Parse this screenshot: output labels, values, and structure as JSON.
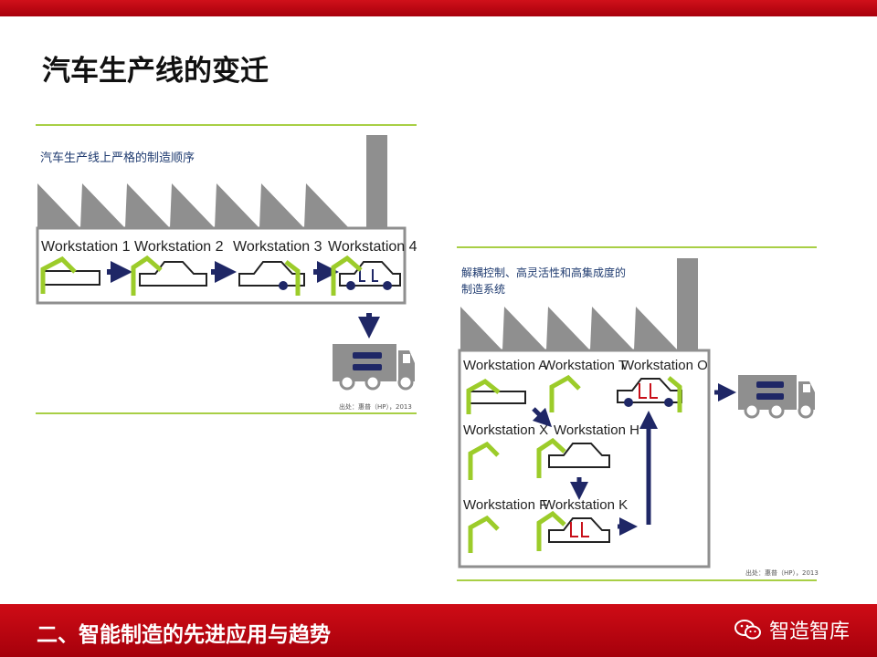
{
  "slide": {
    "title": "汽车生产线的变迁",
    "footer": "二、智能制造的先进应用与趋势",
    "brand": "智造智库"
  },
  "left_diagram": {
    "caption": "汽车生产线上严格的制造顺序",
    "workstations": [
      "Workstation 1",
      "Workstation 2",
      "Workstation 3",
      "Workstation 4"
    ],
    "source": "出处：惠普（HP），2013"
  },
  "right_diagram": {
    "caption_line1": "解耦控制、高灵活性和高集成度的",
    "caption_line2": "制造系统",
    "workstations": {
      "a": "Workstation A",
      "t": "Workstation T",
      "o": "Workstation O",
      "x": "Workstation X",
      "h": "Workstation H",
      "f": "Workstation F",
      "k": "Workstation K"
    },
    "source": "出处：惠普（HP），2013"
  },
  "colors": {
    "accent_red": "#c8101a",
    "robot_green": "#9ccc2a",
    "arrow_navy": "#1f2766",
    "factory_gray": "#8f8f8f",
    "rule_green": "#a8cf45"
  }
}
